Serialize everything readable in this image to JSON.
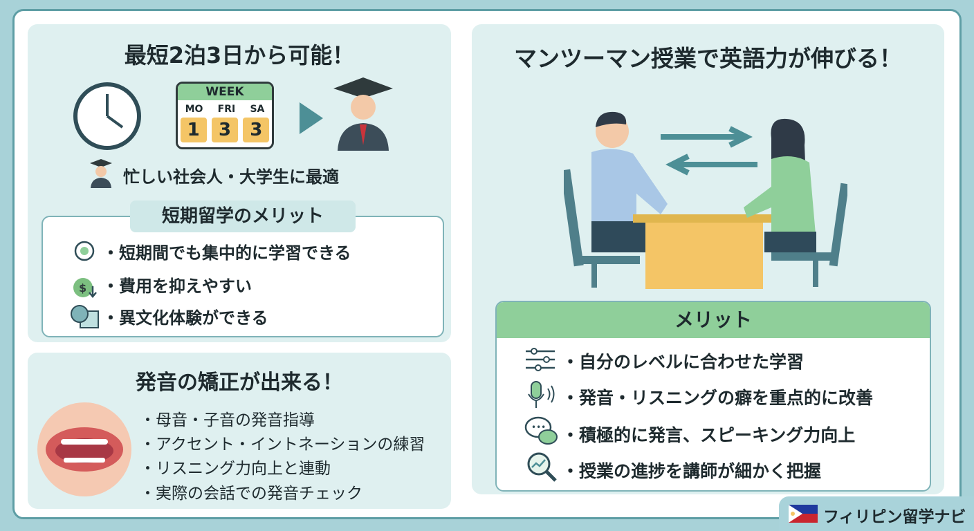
{
  "short_stay": {
    "title": "最短2泊3日から可能！",
    "calendar": {
      "header": "WEEK",
      "days": [
        "MO",
        "FRI",
        "SA"
      ],
      "numbers": [
        "1",
        "3",
        "3"
      ]
    },
    "target": "忙しい社会人・大学生に最適",
    "merit_title": "短期留学のメリット",
    "merits": [
      "・短期間でも集中的に学習できる",
      "・費用を抑えやすい",
      "・異文化体験ができる"
    ]
  },
  "pronunciation": {
    "title": "発音の矯正が出来る！",
    "items": [
      "・母音・子音の発音指導",
      "・アクセント・イントネーションの練習",
      "・リスニング力向上と連動",
      "・実際の会話での発音チェック"
    ]
  },
  "one_on_one": {
    "title": "マンツーマン授業で英語力が伸びる！",
    "merit_title": "メリット",
    "merits": [
      "・自分のレベルに合わせた学習",
      "・発音・リスニングの癖を重点的に改善",
      "・積極的に発言、スピーキング力向上",
      "・授業の進捗を講師が細かく把握"
    ]
  },
  "brand": {
    "name": "フィリピン留学ナビ"
  },
  "colors": {
    "teal": "#5e9ea5",
    "panel": "#dff0f0",
    "green": "#8fcf9a",
    "yellow": "#f4c566"
  }
}
